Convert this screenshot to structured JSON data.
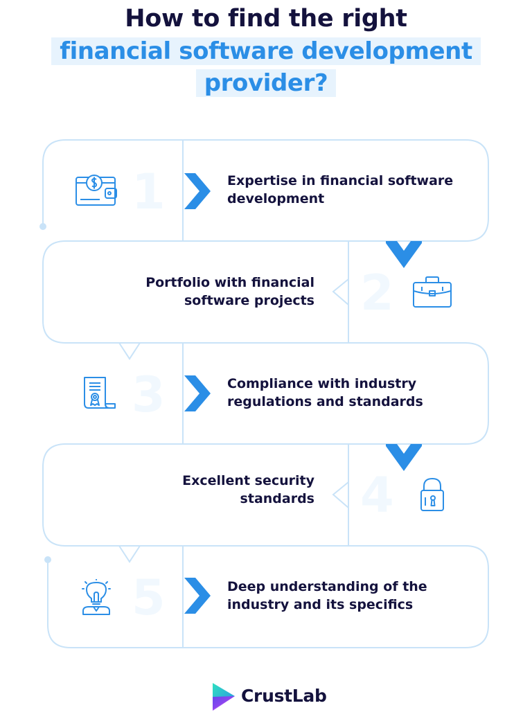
{
  "title": {
    "line1": "How to find the right",
    "line2": "financial software development",
    "line3": "provider?"
  },
  "steps": [
    {
      "number": "1",
      "text_lines": [
        "Expertise in financial software",
        "development"
      ],
      "icon": "wallet-icon"
    },
    {
      "number": "2",
      "text_lines": [
        "Portfolio with financial",
        "software projects"
      ],
      "icon": "briefcase-icon"
    },
    {
      "number": "3",
      "text_lines": [
        "Compliance with industry",
        "regulations and standards"
      ],
      "icon": "certificate-icon"
    },
    {
      "number": "4",
      "text_lines": [
        "Excellent security",
        "standards"
      ],
      "icon": "padlock-icon"
    },
    {
      "number": "5",
      "text_lines": [
        "Deep understanding of the",
        "industry and its specifics"
      ],
      "icon": "lightbulb-person-icon"
    }
  ],
  "brand": {
    "name": "CrustLab",
    "line_color": "#c9e3f8",
    "accent_color": "#2b8ee6",
    "text_color": "#14123d"
  }
}
